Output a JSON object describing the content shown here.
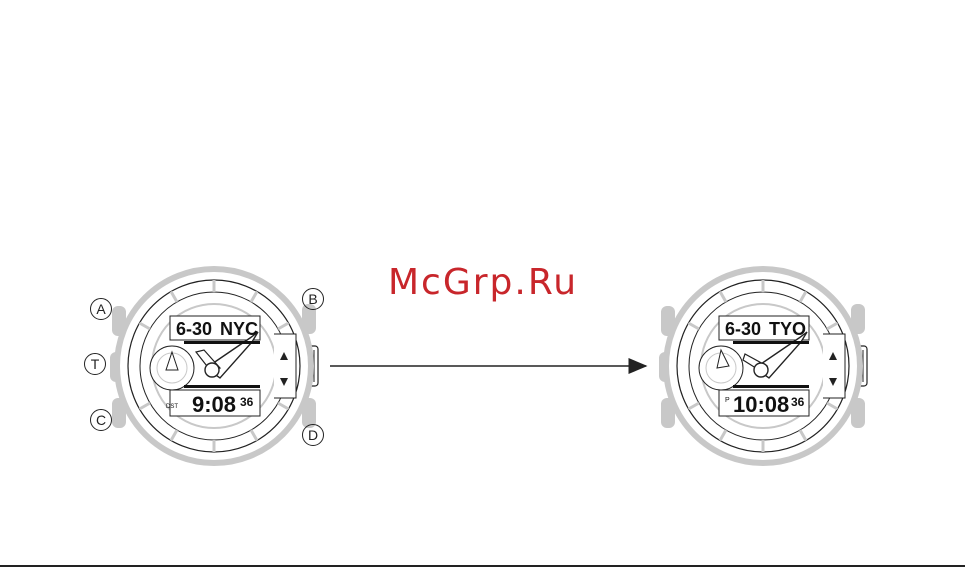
{
  "watermark": "McGrp.Ru",
  "button_labels": {
    "a": "A",
    "t": "T",
    "c": "C",
    "b": "B",
    "d": "D"
  },
  "watch_before": {
    "date": "6-30",
    "city": "NYC",
    "time": "9:08",
    "seconds": "36",
    "indicator": "DST"
  },
  "watch_after": {
    "date": "6-30",
    "city": "TYO",
    "time": "10:08",
    "seconds": "36",
    "indicator": "P"
  },
  "colors": {
    "outline": "#222222",
    "bezel": "#c8c8c8",
    "display": "#111111",
    "watermark": "#c8262b"
  }
}
